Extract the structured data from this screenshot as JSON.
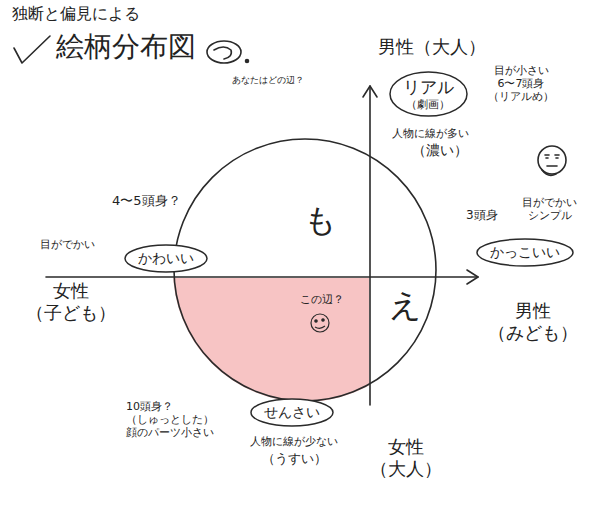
{
  "diagram": {
    "title": "絵柄分布図",
    "nodes": [
      {
        "text": [
          "リアル",
          "（劇画）"
        ]
      },
      {
        "text": [
          "も",
          "え",
          "この辺？"
        ]
      },
      {
        "text": [
          "かわいい"
        ]
      },
      {
        "text": [
          "かっこいい"
        ]
      },
      {
        "text": [
          "せんさい"
        ]
      }
    ],
    "labels": [
      "独断と偏見による",
      "あなたはどの辺？",
      "男性（大人）",
      "目が小さい 6〜7頭身 （リアルめ）",
      "人物に線が多い",
      "（濃い）",
      "4〜5頭身？",
      "目がでかい",
      "3頭身",
      "目がでかい シンプル",
      "女性 （子ども）",
      "男性 （みども）",
      "10頭身？ （しゅっとした） 顔のパーツ小さい",
      "人物に線が少ない",
      "（うすい）",
      "女性 （大人）"
    ]
  }
}
